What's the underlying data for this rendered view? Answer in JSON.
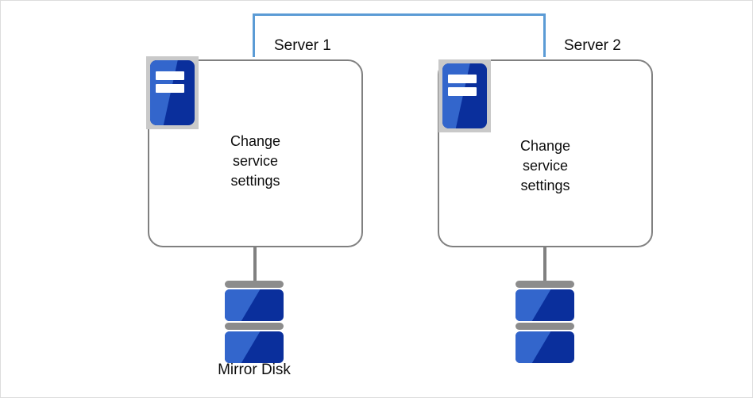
{
  "diagram": {
    "type": "cluster-architecture-diagram",
    "background_color": "#ffffff",
    "border_color": "#dcdcdc",
    "network_link_color": "#5b9bd5",
    "box_border_color": "#808080",
    "icon_blue_light": "#3366cc",
    "icon_blue_dark": "#0a2f9c",
    "icon_frame_color": "#c9c9c9",
    "connector_color": "#808080"
  },
  "nodes": [
    {
      "id": "server1",
      "label": "Server 1",
      "body_text_lines": [
        "Change",
        "service",
        "settings"
      ],
      "icon": "server-icon",
      "storage": {
        "icon": "disk-icon",
        "label": "Mirror Disk"
      }
    },
    {
      "id": "server2",
      "label": "Server 2",
      "body_text_lines": [
        "Change",
        "service",
        "settings"
      ],
      "icon": "server-icon",
      "storage": {
        "icon": "disk-icon",
        "label": ""
      }
    }
  ],
  "network": {
    "name": "interconnect-link",
    "color": "#5b9bd5"
  }
}
